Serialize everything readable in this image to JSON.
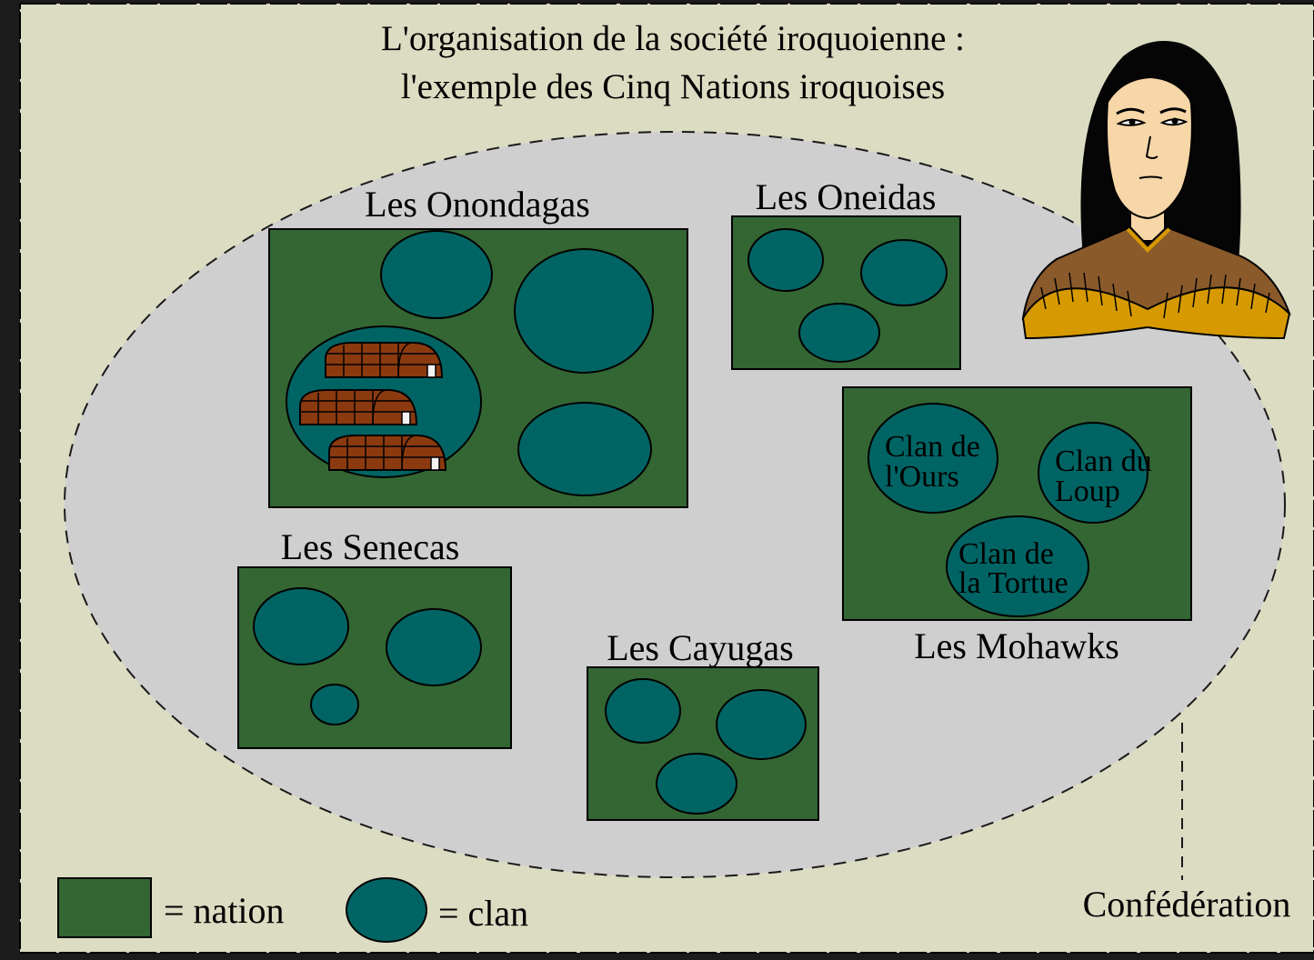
{
  "title_line1": "L'organisation de la société iroquoienne :",
  "title_line2": "l'exemple des Cinq Nations iroquoises",
  "nations": {
    "onondagas": "Les Onondagas",
    "oneidas": "Les Oneidas",
    "senecas": "Les Senecas",
    "cayugas": "Les Cayugas",
    "mohawks": "Les Mohawks"
  },
  "clans": {
    "ours": [
      "Clan de",
      "l'Ours"
    ],
    "loup": [
      "Clan du",
      "Loup"
    ],
    "tortue": [
      "Clan de",
      "la Tortue"
    ]
  },
  "legend": {
    "nation": "= nation",
    "clan": "= clan"
  },
  "confederation_label": "Confédération",
  "colors": {
    "background": "#dcdcc3",
    "confederation_fill": "#cfcfcf",
    "nation_fill": "#336633",
    "clan_fill": "#006464",
    "longhouse": "#8b3a0f",
    "dark_border": "#1c1c1c"
  },
  "icons": [
    "longhouse-icon",
    "iroquois-woman-portrait"
  ]
}
